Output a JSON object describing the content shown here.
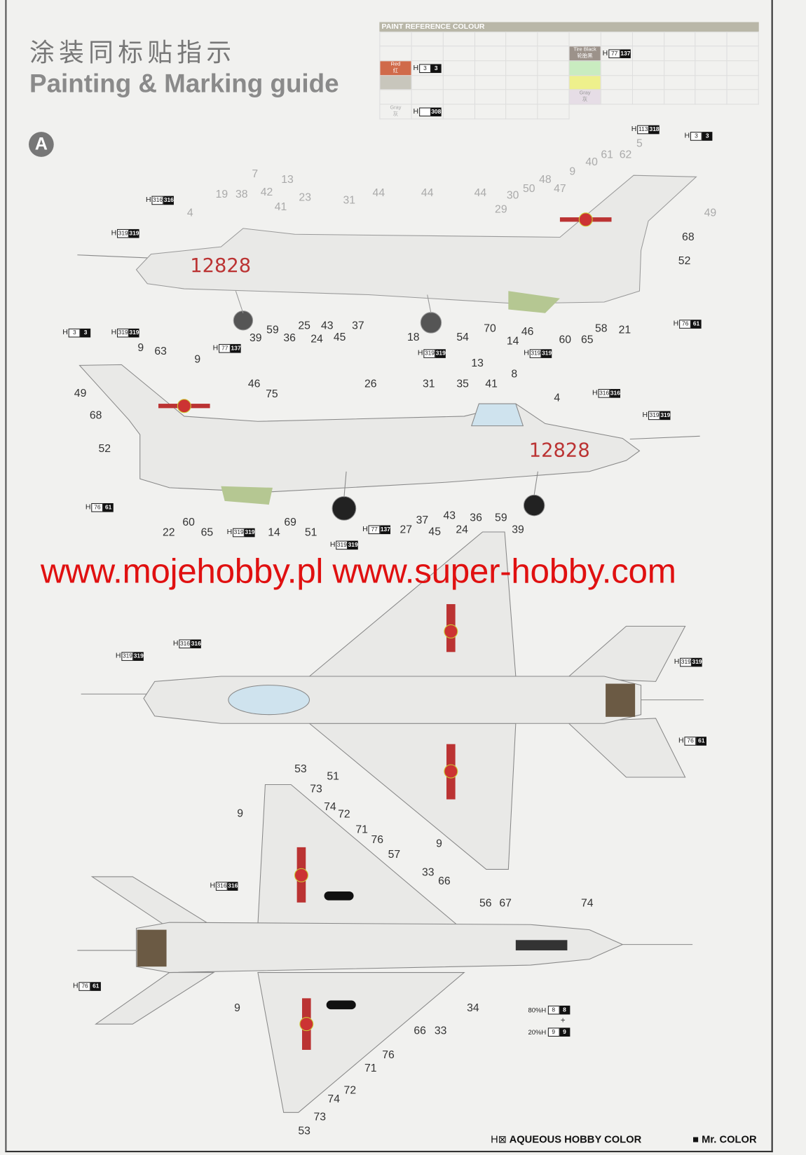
{
  "header": {
    "title_cn": "涂装同标贴指示",
    "title_en": "Painting & Marking guide",
    "scheme_badge": "A"
  },
  "paint_table": {
    "title": "PAINT REFERENCE COLOUR",
    "rows": [
      {
        "name": "Red",
        "cn": "红",
        "color": "#d06a4a",
        "h": "3",
        "mr": "3"
      },
      {
        "name": "Tire Black",
        "cn": "轮胎黑",
        "color": "#9c928a",
        "h": "77",
        "mr": "137"
      },
      {
        "name": "Gray",
        "cn": "灰",
        "color": "#e6dde6",
        "h": "",
        "mr": ""
      },
      {
        "name": "Gray",
        "cn": "灰",
        "color": "#ffffff",
        "h": "",
        "mr": "308"
      }
    ]
  },
  "serial": "12828",
  "callouts": {
    "side1": [
      "7",
      "13",
      "19",
      "38",
      "42",
      "41",
      "23",
      "31",
      "44",
      "44",
      "44",
      "30",
      "29",
      "50",
      "48",
      "47",
      "9",
      "40",
      "61",
      "62",
      "5",
      "49",
      "68",
      "52",
      "4",
      "21",
      "58",
      "60",
      "65",
      "46",
      "14",
      "70",
      "54",
      "18",
      "37",
      "43",
      "45",
      "25",
      "24",
      "36",
      "59",
      "39"
    ],
    "side2": [
      "9",
      "63",
      "9",
      "49",
      "68",
      "52",
      "46",
      "75",
      "26",
      "31",
      "35",
      "41",
      "13",
      "8",
      "4",
      "22",
      "60",
      "65",
      "14",
      "69",
      "51",
      "27",
      "37",
      "45",
      "43",
      "24",
      "36",
      "59",
      "39"
    ],
    "top": [
      "51",
      "9"
    ],
    "bottom": [
      "53",
      "73",
      "74",
      "72",
      "71",
      "76",
      "57",
      "9",
      "33",
      "66",
      "56",
      "67",
      "74",
      "9",
      "34",
      "66",
      "33",
      "76",
      "71",
      "72",
      "74",
      "73",
      "53"
    ]
  },
  "color_tags": [
    {
      "prefix": "H",
      "h": "316",
      "mr": "316"
    },
    {
      "prefix": "H",
      "h": "319",
      "mr": "319"
    },
    {
      "prefix": "H",
      "h": "319",
      "mr": "319"
    },
    {
      "prefix": "H",
      "h": "319",
      "mr": "319"
    },
    {
      "prefix": "H",
      "h": "76",
      "mr": "61"
    },
    {
      "prefix": "H",
      "h": "113",
      "mr": "318"
    },
    {
      "prefix": "H",
      "h": "3",
      "mr": "3"
    },
    {
      "prefix": "H",
      "h": "77",
      "mr": "137"
    },
    {
      "prefix": "H",
      "h": "3",
      "mr": "3"
    },
    {
      "prefix": "H",
      "h": "319",
      "mr": "319"
    },
    {
      "prefix": "H",
      "h": "77",
      "mr": "137"
    },
    {
      "prefix": "H",
      "h": "316",
      "mr": "316"
    },
    {
      "prefix": "H",
      "h": "319",
      "mr": "319"
    },
    {
      "prefix": "H",
      "h": "76",
      "mr": "61"
    },
    {
      "prefix": "H",
      "h": "319",
      "mr": "319"
    },
    {
      "prefix": "H",
      "h": "319",
      "mr": "319"
    },
    {
      "prefix": "H",
      "h": "77",
      "mr": "137"
    },
    {
      "prefix": "H",
      "h": "319",
      "mr": "319"
    },
    {
      "prefix": "H",
      "h": "316",
      "mr": "316"
    },
    {
      "prefix": "H",
      "h": "319",
      "mr": "319"
    },
    {
      "prefix": "H",
      "h": "76",
      "mr": "61"
    },
    {
      "prefix": "H",
      "h": "316",
      "mr": "316"
    },
    {
      "prefix": "H",
      "h": "76",
      "mr": "61"
    },
    {
      "prefix": "80%H",
      "h": "8",
      "mr": "8"
    },
    {
      "prefix": "20%H",
      "h": "9",
      "mr": "9"
    }
  ],
  "mix_plus": "+",
  "watermark": "www.mojehobby.pl www.super-hobby.com",
  "footer": {
    "aqueous_prefix": "H⊠",
    "aqueous_label": "AQUEOUS HOBBY COLOR",
    "mr_icon": "■",
    "mr_label": "Mr. COLOR"
  }
}
